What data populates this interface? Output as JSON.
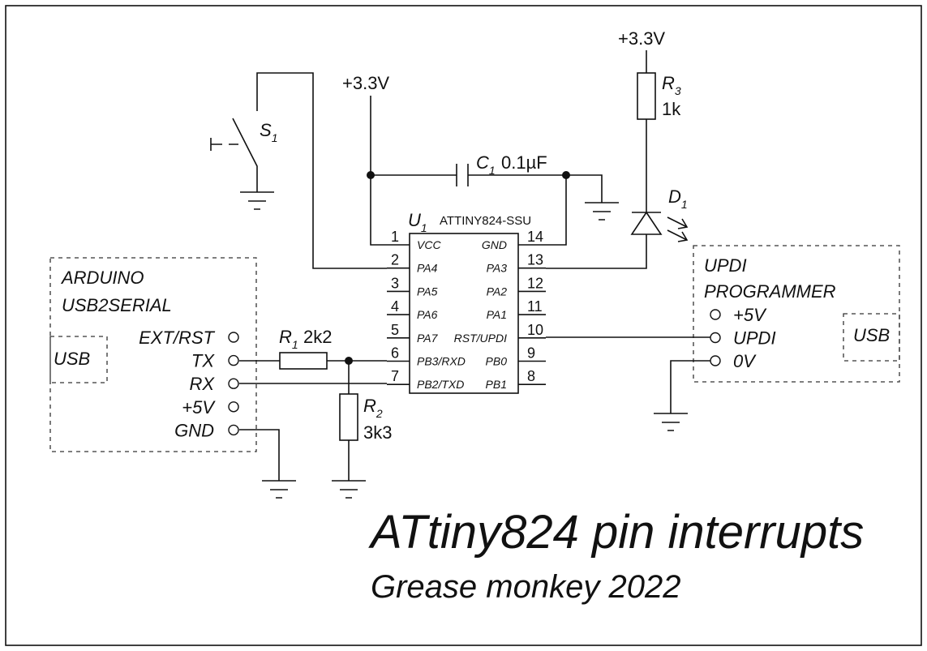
{
  "supply_label": "+3.3V",
  "switch": {
    "ref": "S",
    "sub": "1"
  },
  "capacitor": {
    "ref": "C",
    "sub": "1",
    "value": "0.1µF"
  },
  "led": {
    "ref": "D",
    "sub": "1"
  },
  "r3": {
    "ref": "R",
    "sub": "3",
    "value": "1k"
  },
  "r1": {
    "ref": "R",
    "sub": "1",
    "value": "2k2"
  },
  "r2": {
    "ref": "R",
    "sub": "2",
    "value": "3k3"
  },
  "chip": {
    "ref": "U",
    "sub": "1",
    "part": "ATTINY824-SSU",
    "left_pins": [
      {
        "num": "1",
        "name": "VCC"
      },
      {
        "num": "2",
        "name": "PA4"
      },
      {
        "num": "3",
        "name": "PA5"
      },
      {
        "num": "4",
        "name": "PA6"
      },
      {
        "num": "5",
        "name": "PA7"
      },
      {
        "num": "6",
        "name": "PB3/RXD"
      },
      {
        "num": "7",
        "name": "PB2/TXD"
      }
    ],
    "right_pins": [
      {
        "num": "14",
        "name": "GND"
      },
      {
        "num": "13",
        "name": "PA3"
      },
      {
        "num": "12",
        "name": "PA2"
      },
      {
        "num": "11",
        "name": "PA1"
      },
      {
        "num": "10",
        "name": "RST/UPDI"
      },
      {
        "num": "9",
        "name": "PB0"
      },
      {
        "num": "8",
        "name": "PB1"
      }
    ]
  },
  "arduino": {
    "title_line1": "ARDUINO",
    "title_line2": "USB2SERIAL",
    "usb": "USB",
    "pins": [
      "EXT/RST",
      "TX",
      "RX",
      "+5V",
      "GND"
    ]
  },
  "programmer": {
    "title_line1": "UPDI",
    "title_line2": "PROGRAMMER",
    "usb": "USB",
    "pins": [
      "+5V",
      "UPDI",
      "0V"
    ]
  },
  "title": "ATtiny824 pin interrupts",
  "subtitle": "Grease monkey 2022"
}
